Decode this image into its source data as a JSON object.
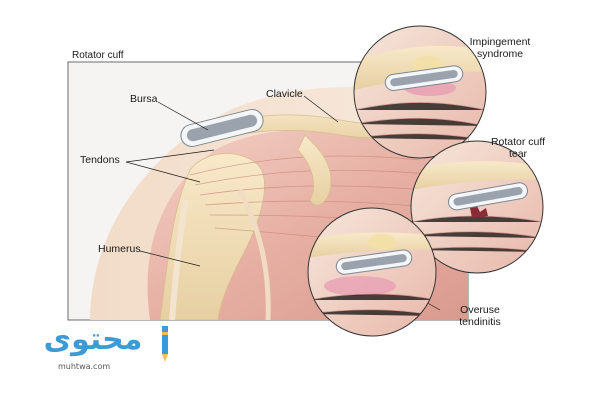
{
  "title": "Rotator cuff",
  "labels": {
    "bursa": "Bursa",
    "clavicle": "Clavicle",
    "tendons": "Tendons",
    "humerus": "Humerus",
    "impingement_line1": "Impingement",
    "impingement_line2": "syndrome",
    "tear_line1": "Rotator cuff",
    "tear_line2": "tear",
    "overuse_line1": "Overuse",
    "overuse_line2": "tendinitis"
  },
  "watermark": {
    "word": "محتوى",
    "url": "muhtwa.com"
  },
  "colors": {
    "muscle": "#e9b8ae",
    "muscle_dark": "#c98478",
    "bone": "#f1ddb8",
    "bursa_fill": "#9aa3ad",
    "bursa_edge": "#f4f6f8",
    "inflamed": "#e8a0b4",
    "background_panel": "#f5f3f0",
    "logo": "#3a9bd6"
  }
}
